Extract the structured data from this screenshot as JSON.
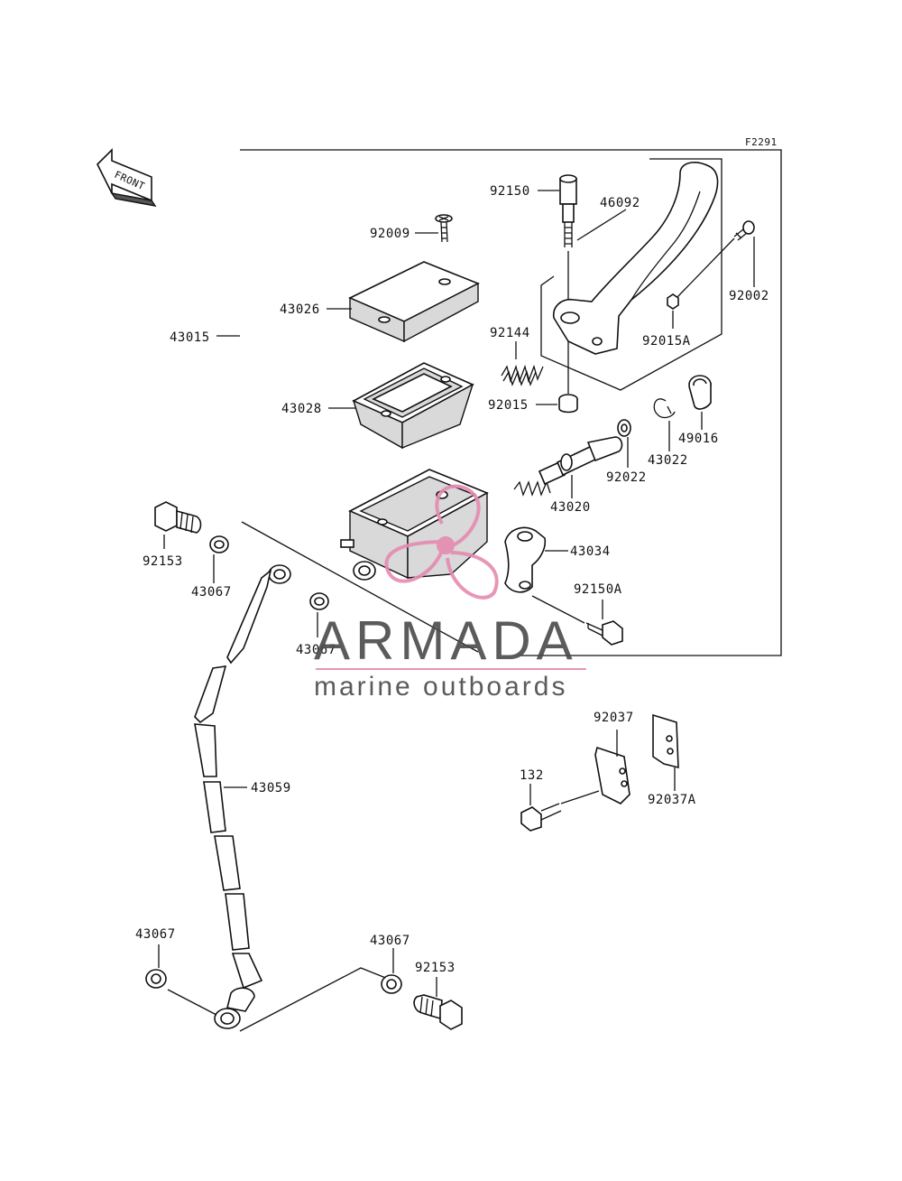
{
  "diagram": {
    "code": "F2291",
    "front_label": "FRONT",
    "labels": {
      "p92150": "92150",
      "p46092": "46092",
      "p92009": "92009",
      "p92002": "92002",
      "p43026": "43026",
      "p43015": "43015",
      "p92144": "92144",
      "p92015A": "92015A",
      "p92015": "92015",
      "p43028": "43028",
      "p49016": "49016",
      "p43022": "43022",
      "p92022": "92022",
      "p43020": "43020",
      "p92153_top": "92153",
      "p43034": "43034",
      "p43067_a": "43067",
      "p92150A": "92150A",
      "p43067_b": "43067",
      "p92037": "92037",
      "p43059": "43059",
      "p132": "132",
      "p92037A": "92037A",
      "p43067_c": "43067",
      "p43067_d": "43067",
      "p92153_bottom": "92153"
    }
  },
  "watermark": {
    "brand": "ARMADA",
    "tagline": "marine outboards",
    "colors": {
      "text": "#4a4a4a",
      "accent": "#e58bb0"
    }
  }
}
